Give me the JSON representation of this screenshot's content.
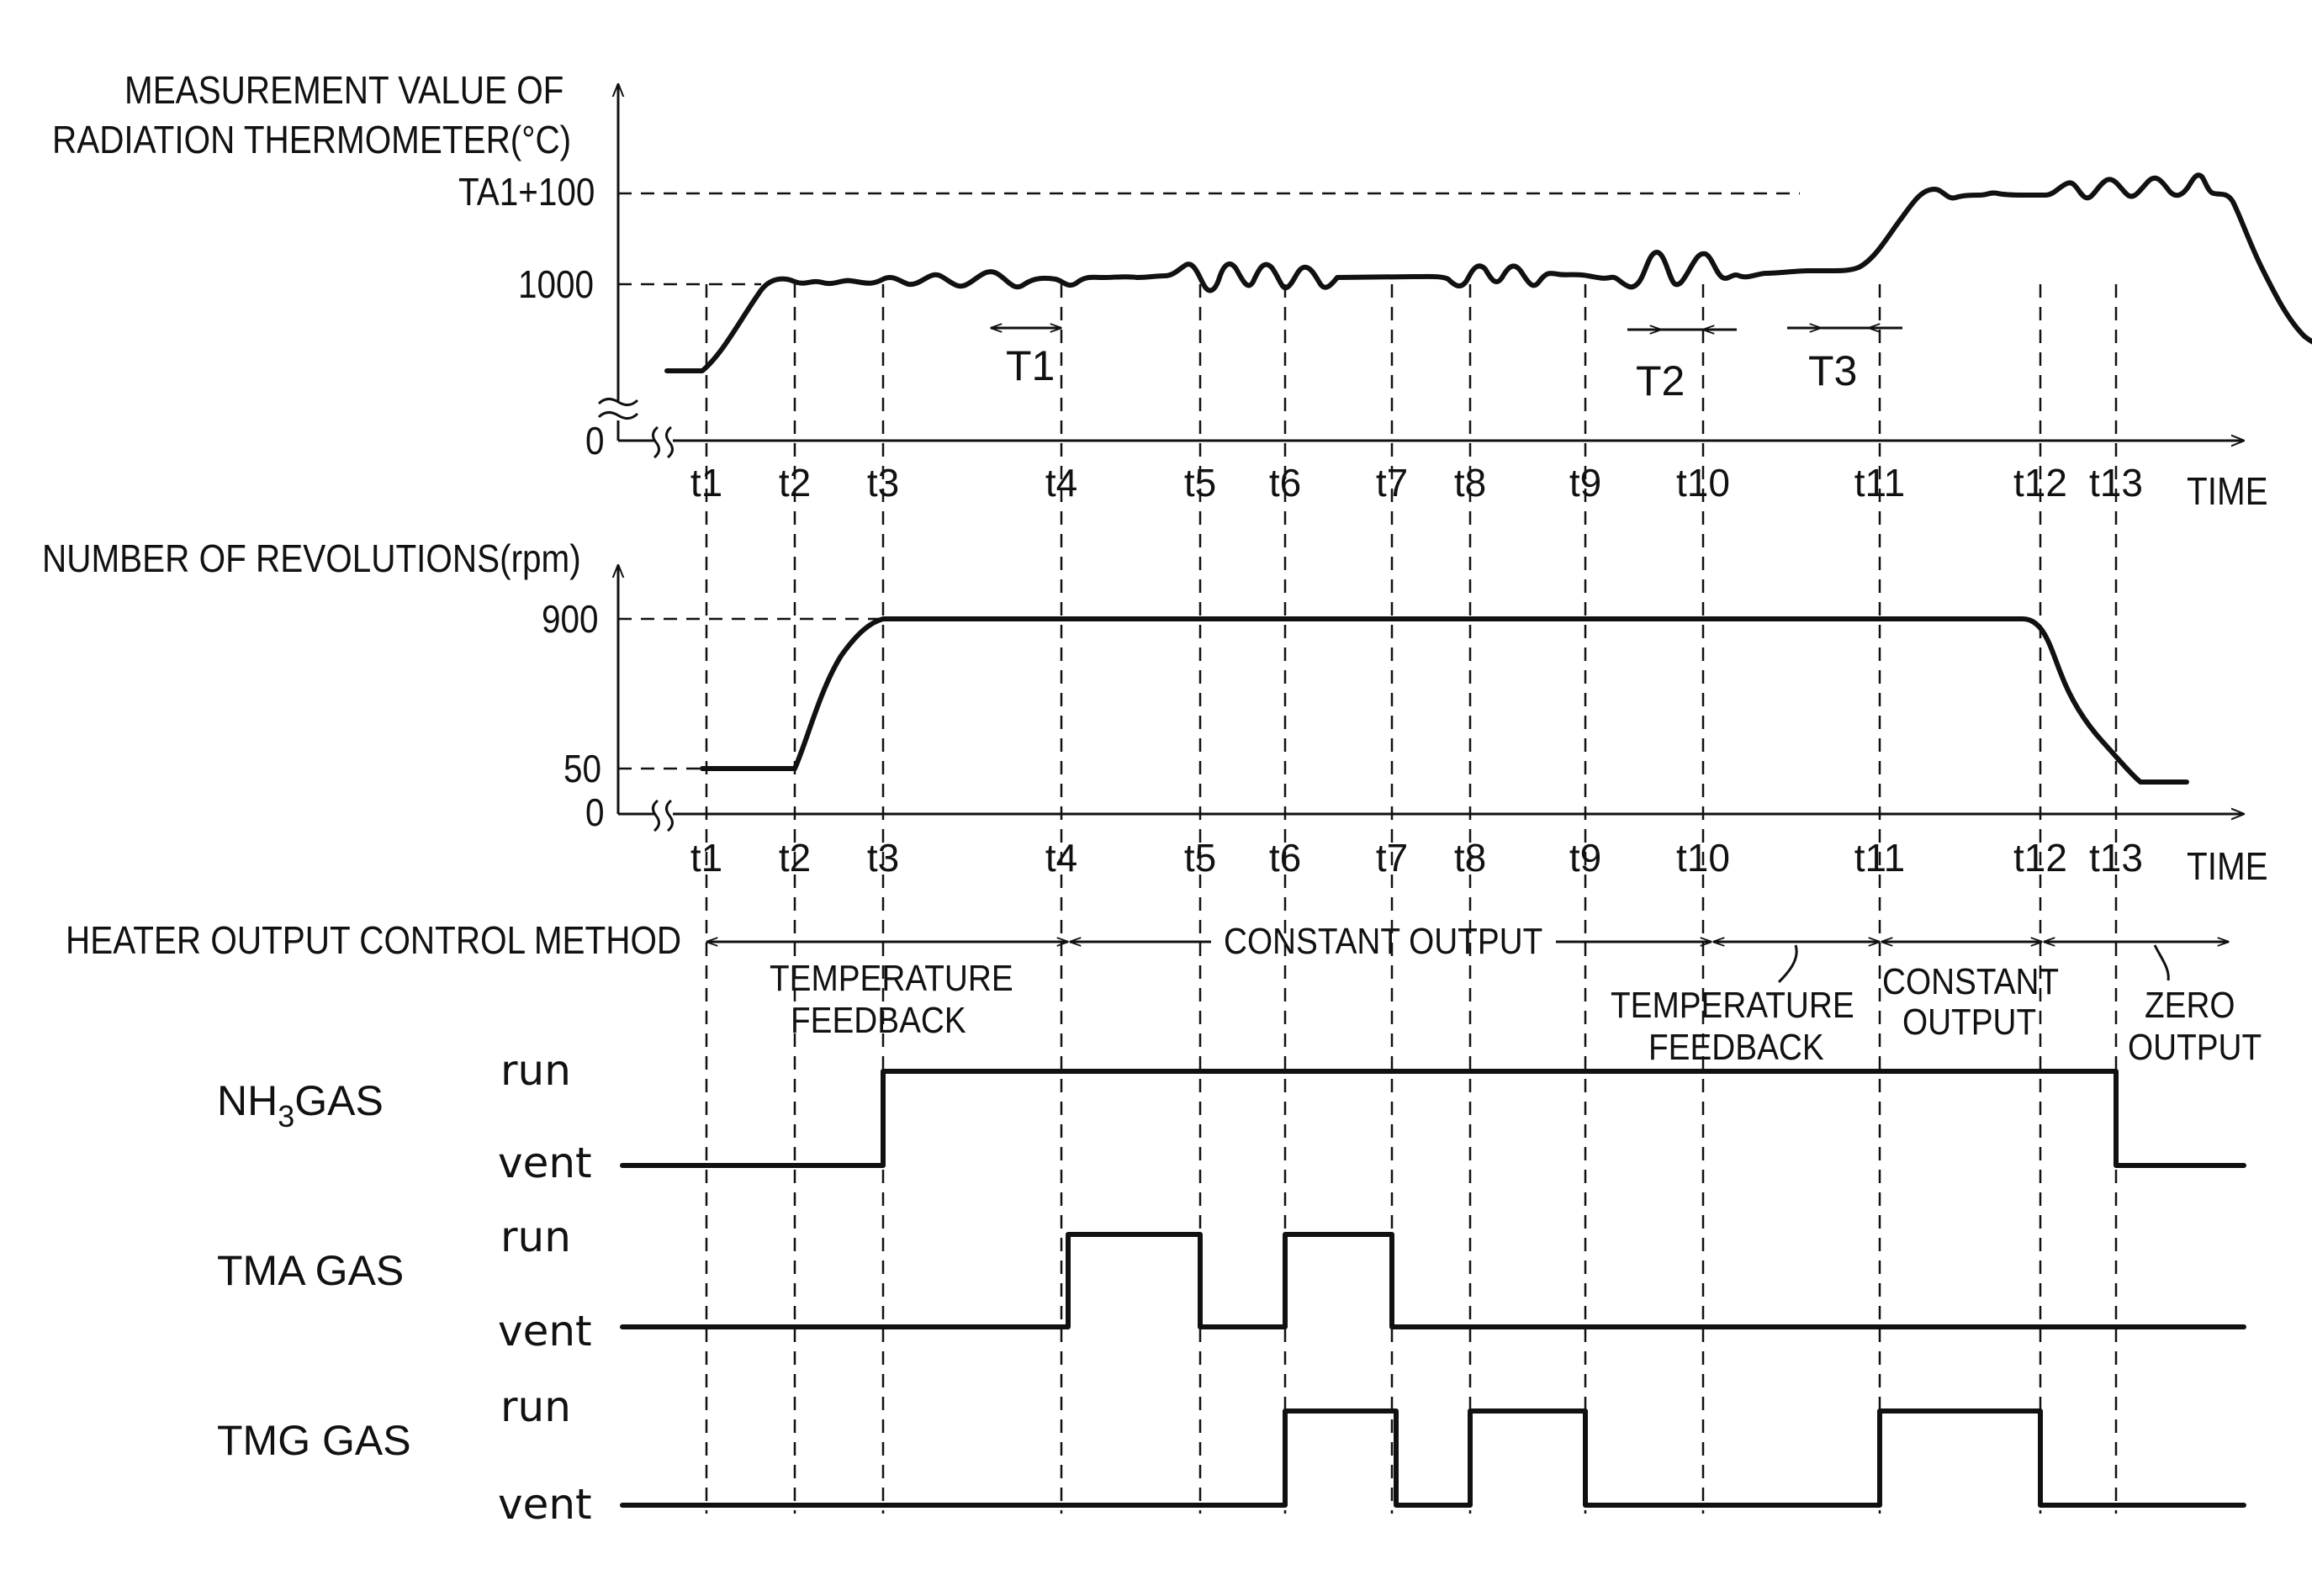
{
  "chart1": {
    "ylabel_line1": "MEASUREMENT VALUE OF",
    "ylabel_line2": "RADIATION THERMOMETER(°C)",
    "ytick_top": "TA1+100",
    "ytick_mid": "1000",
    "ytick_zero": "0",
    "xlabel": "TIME",
    "ticks": [
      "t1",
      "t2",
      "t3",
      "t4",
      "t5",
      "t6",
      "t7",
      "t8",
      "t9",
      "t10",
      "t11",
      "t12",
      "t13"
    ],
    "intervals": [
      "T1",
      "T2",
      "T3"
    ]
  },
  "chart2": {
    "ylabel": "NUMBER OF REVOLUTIONS(rpm)",
    "ytick_top": "900",
    "ytick_mid": "50",
    "ytick_zero": "0",
    "xlabel": "TIME",
    "ticks": [
      "t1",
      "t2",
      "t3",
      "t4",
      "t5",
      "t6",
      "t7",
      "t8",
      "t9",
      "t10",
      "t11",
      "t12",
      "t13"
    ]
  },
  "heater": {
    "title": "HEATER OUTPUT CONTROL METHOD",
    "temp_feedback_1_line1": "TEMPERATURE",
    "temp_feedback_1_line2": "FEEDBACK",
    "constant_output_1": "CONSTANT OUTPUT",
    "temp_feedback_2_line1": "TEMPERATURE",
    "temp_feedback_2_line2": "FEEDBACK",
    "constant_output_2_line1": "CONSTANT",
    "constant_output_2_line2": "OUTPUT",
    "zero_output_line1": "ZERO",
    "zero_output_line2": "OUTPUT"
  },
  "gases": {
    "nh3": {
      "label_main": "NH",
      "label_sub": "3",
      "label_rest": "GAS",
      "run": "run",
      "vent": "vent"
    },
    "tma": {
      "label": "TMA GAS",
      "run": "run",
      "vent": "vent"
    },
    "tmg": {
      "label": "TMG GAS",
      "run": "run",
      "vent": "vent"
    }
  }
}
